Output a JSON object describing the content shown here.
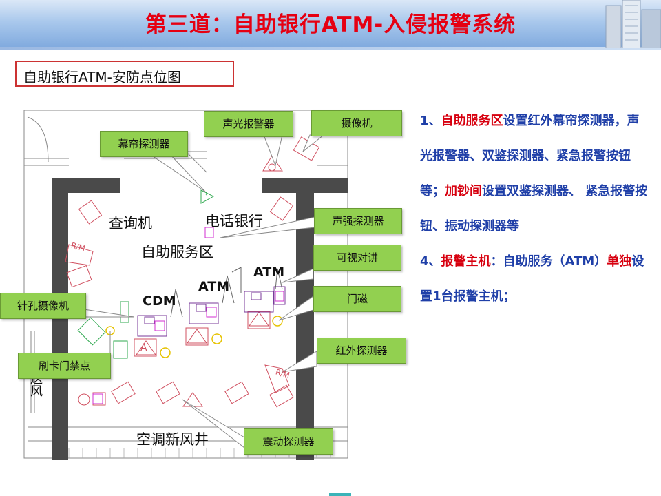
{
  "title": "第三道：自助银行ATM-入侵报警系统",
  "subtitle": "自助银行ATM-安防点位图",
  "rooms": {
    "inquiry": "查询机",
    "phone_bank": "电话银行",
    "self_service": "自助服务区",
    "air_shaft": "空调新风井",
    "cdm": "CDM",
    "atm1": "ATM",
    "atm2": "ATM",
    "side_text": "送风"
  },
  "callouts": {
    "curtain": "幕帘探测器",
    "sound_light": "声光报警器",
    "camera": "摄像机",
    "sound_detector": "声强探测器",
    "intercom": "可视对讲",
    "door_magnet": "门磁",
    "pinhole": "针孔摄像机",
    "card_access": "刷卡门禁点",
    "infrared": "红外探测器",
    "vibration": "震动探测器"
  },
  "symbols": {
    "ir": "IR",
    "rm": "R/M",
    "rm2": "R/M",
    "a": "A"
  },
  "description": {
    "p1_num": "1、",
    "p1_red1": "自助服务区",
    "p1_text1": "设置红外幕帘探测器，声光报警器、双鉴探测器、紧急报警按钮等；",
    "p1_red2": "加钞间",
    "p1_text2": "设置双鉴探测器、 紧急报警按钮、振动探测器等",
    "p2_num": "4、",
    "p2_red1": "报警主机",
    "p2_text1": "：自助服务（ATM）",
    "p2_red2": "单独",
    "p2_text2": "设置1台报警主机；"
  },
  "colors": {
    "title": "#e60012",
    "label_bg": "#92d050",
    "desc_blue": "#1f3fa8",
    "desc_red": "#d7000f"
  }
}
